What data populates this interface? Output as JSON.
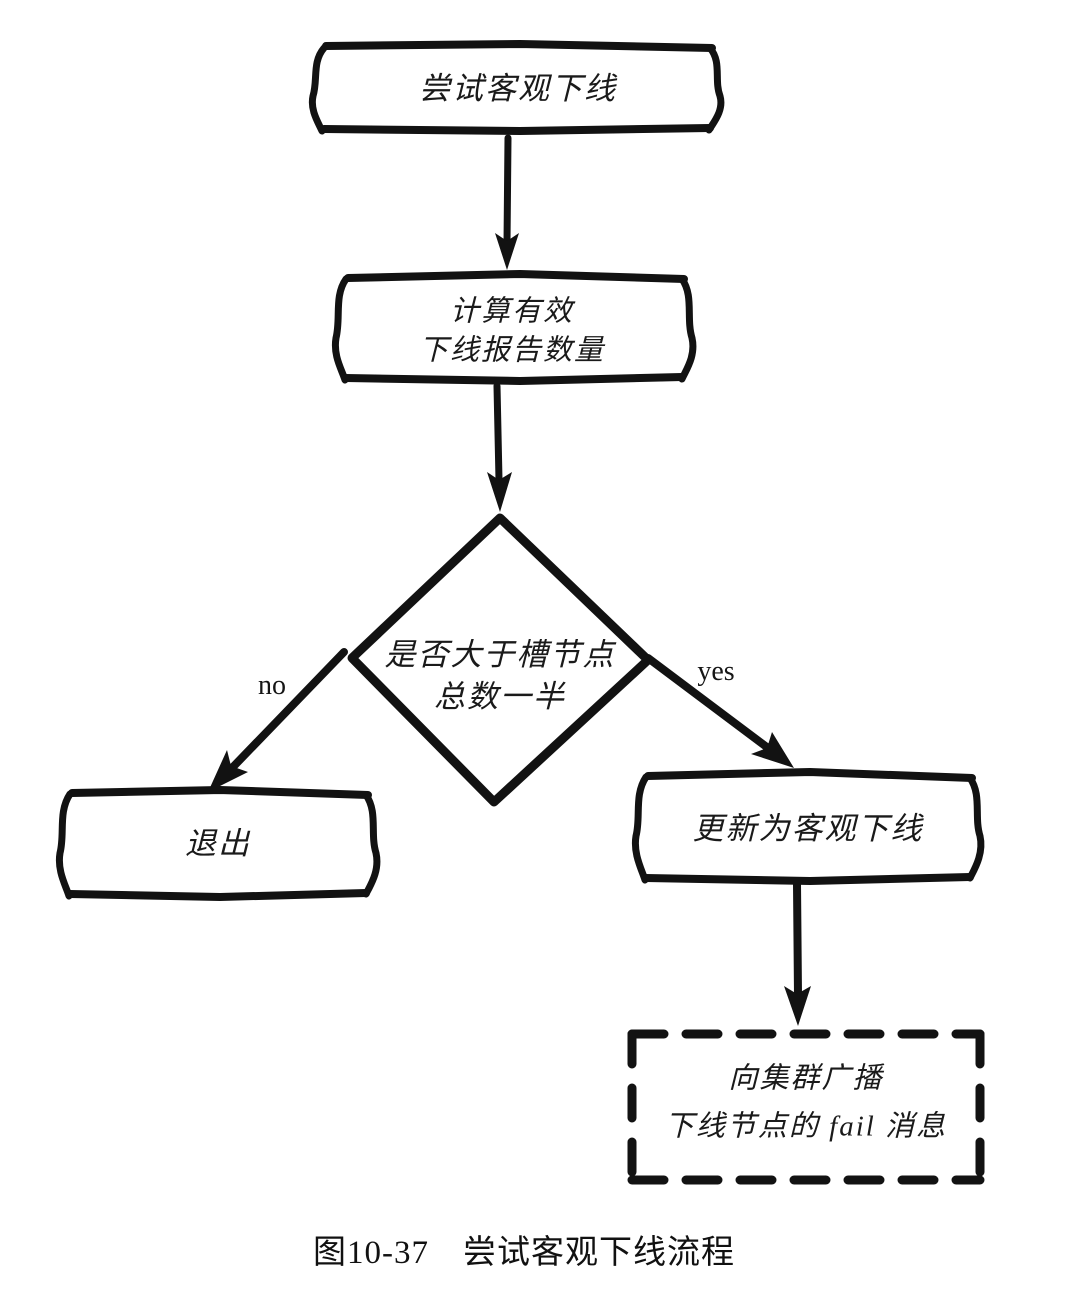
{
  "figure": {
    "caption_number": "图10-37",
    "caption_title": "尝试客观下线流程",
    "caption_full": "图10-37　尝试客观下线流程",
    "style": "hand-drawn flowchart",
    "ink_color": "#121212",
    "background_color": "#ffffff"
  },
  "nodes": {
    "start": {
      "id": "start",
      "shape": "rectangle",
      "text": "尝试客观下线"
    },
    "calc": {
      "id": "calc",
      "shape": "rectangle",
      "line1": "计算有效",
      "line2": "下线报告数量"
    },
    "decision": {
      "id": "decision",
      "shape": "diamond",
      "line1": "是否大于槽节点",
      "line2": "总数一半"
    },
    "exit": {
      "id": "exit",
      "shape": "rectangle",
      "text": "退出"
    },
    "update": {
      "id": "update",
      "shape": "rectangle",
      "text": "更新为客观下线"
    },
    "broadcast": {
      "id": "broadcast",
      "shape": "dashed-rectangle",
      "line1": "向集群广播",
      "line2": "下线节点的 fail 消息"
    }
  },
  "edges": {
    "start_to_calc": {
      "from": "start",
      "to": "calc",
      "label": ""
    },
    "calc_to_decision": {
      "from": "calc",
      "to": "decision",
      "label": ""
    },
    "decision_to_exit": {
      "from": "decision",
      "to": "exit",
      "label": "no"
    },
    "decision_to_update": {
      "from": "decision",
      "to": "update",
      "label": "yes"
    },
    "update_to_broadcast": {
      "from": "update",
      "to": "broadcast",
      "label": ""
    }
  }
}
